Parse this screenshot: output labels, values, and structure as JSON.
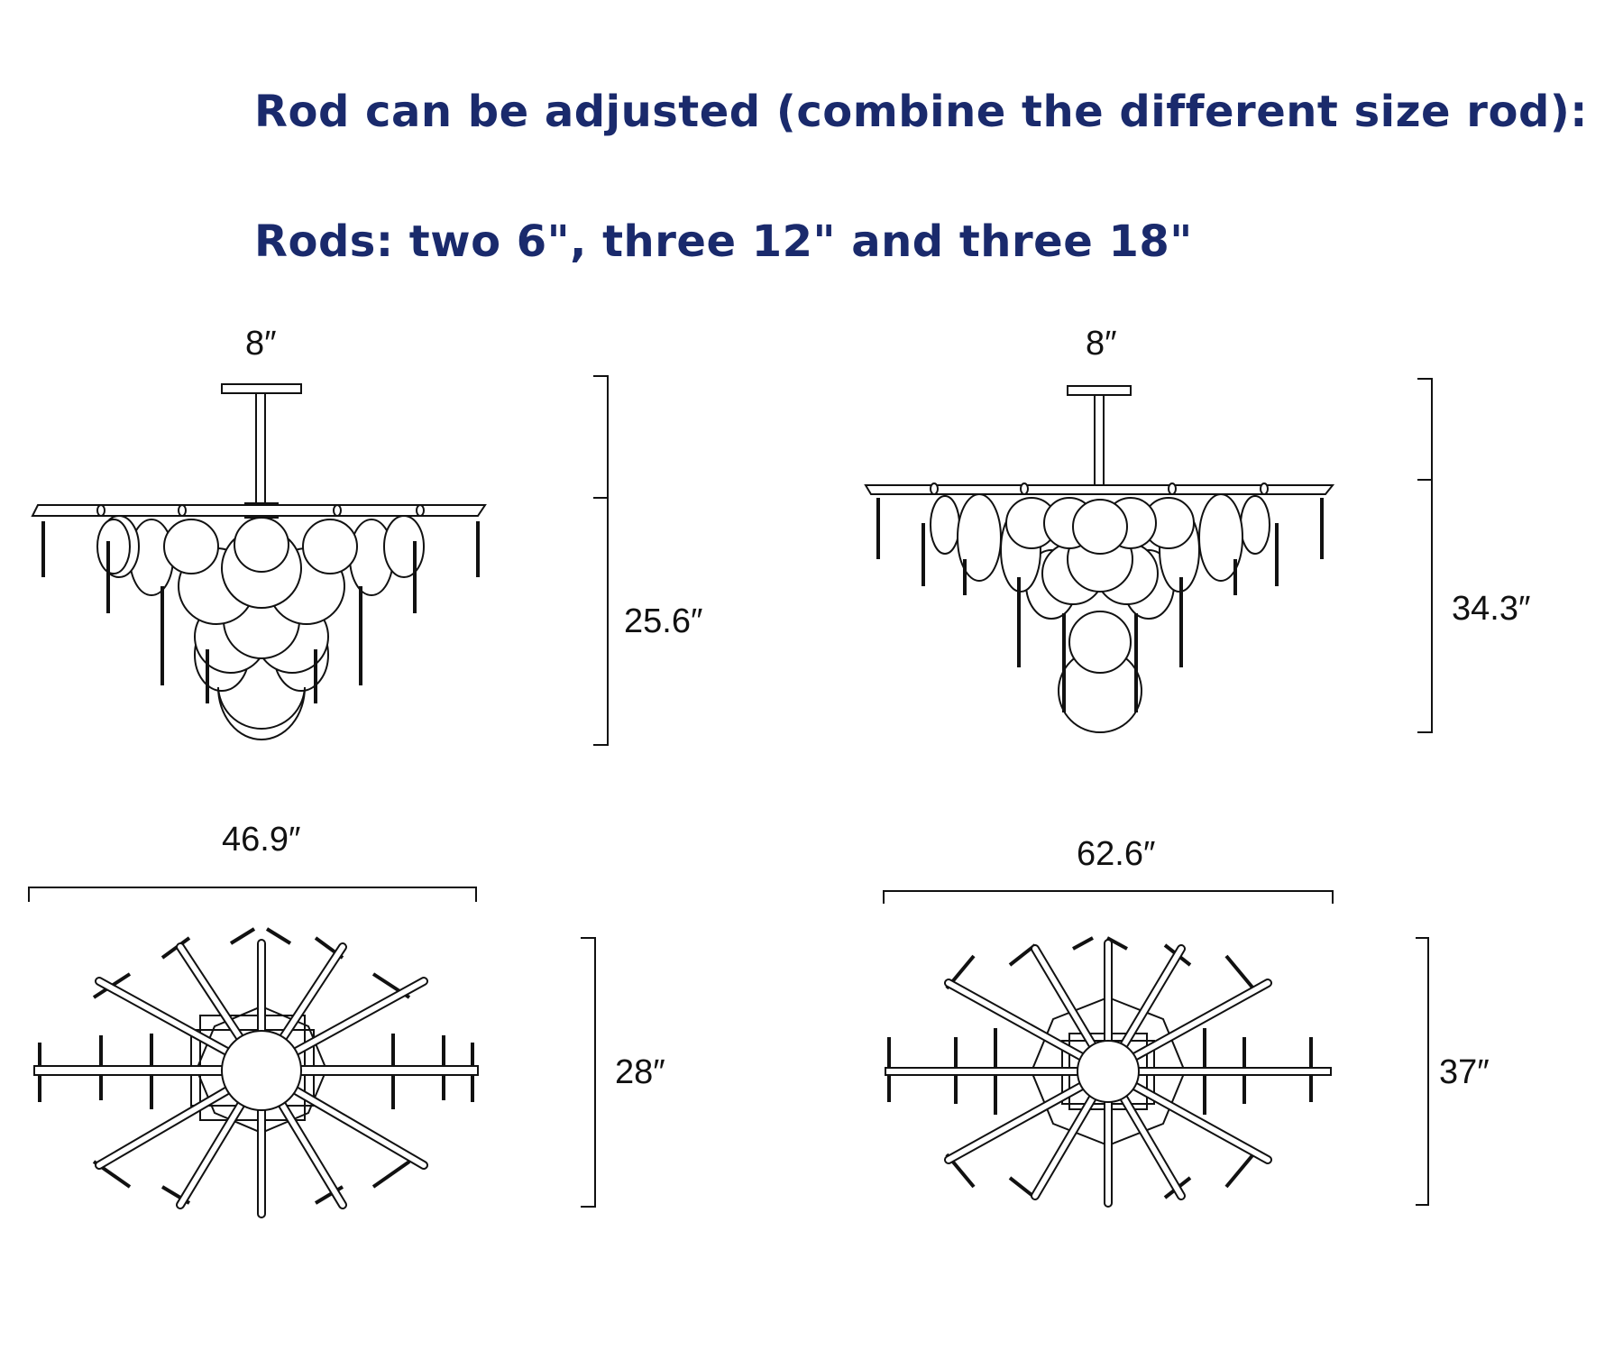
{
  "heading": {
    "line1": "Rod can be adjusted (combine the different size rod):",
    "line2": "Rods: two 6\", three 12\" and three 18\""
  },
  "left_fixture": {
    "canopy_width": "8″",
    "height": "25.6″",
    "width": "46.9″",
    "depth": "28″"
  },
  "right_fixture": {
    "canopy_width": "8″",
    "height": "34.3″",
    "width": "62.6″",
    "depth": "37″"
  },
  "colors": {
    "heading": "#1a2a6c",
    "line": "#111111"
  }
}
